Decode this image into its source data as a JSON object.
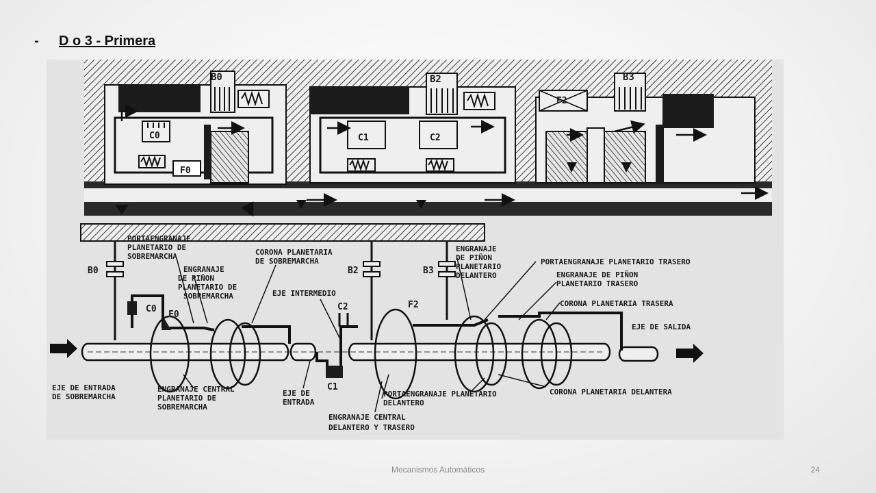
{
  "slide": {
    "bullet": "-",
    "title": "D o 3 - Primera",
    "footer_text": "Mecanismos Automáticos",
    "page_number": "24"
  },
  "diagram": {
    "hydraulic": {
      "b0": "B0",
      "b2": "B2",
      "b3": "B3",
      "c0": "C0",
      "f0": "F0",
      "c1": "C1",
      "c2": "C2",
      "f2": "F2"
    },
    "schematic": {
      "b0": "B0",
      "c0": "C0",
      "f0": "F0",
      "c2": "C2",
      "c1": "C1",
      "b2": "B2",
      "b3": "B3",
      "f2": "F2",
      "portaengranaje_sobremarcha": [
        "PORTAENGRANAJE",
        "PLANETARIO DE",
        "SOBREMARCHA"
      ],
      "corona_sobremarcha": [
        "CORONA PLANETARIA",
        "DE SOBREMARCHA"
      ],
      "pinon_sobremarcha": [
        "ENGRANAJE",
        "DE PIÑON",
        "PLANETARIO DE",
        "SOBREMARCHA"
      ],
      "eje_intermedio": "EJE INTERMEDIO",
      "pinon_delantero": [
        "ENGRANAJE",
        "DE PIÑON",
        "PLANETARIO",
        "DELANTERO"
      ],
      "portaengranaje_trasero": "PORTAENGRANAJE PLANETARIO TRASERO",
      "pinon_trasero": [
        "ENGRANAJE DE PIÑON",
        "PLANETARIO TRASERO"
      ],
      "corona_trasera": "CORONA PLANETARIA TRASERA",
      "eje_salida": "EJE DE SALIDA",
      "eje_entrada_sobremarcha": [
        "EJE DE ENTRADA",
        "DE SOBREMARCHA"
      ],
      "central_sobremarcha": [
        "ENGRANAJE CENTRAL",
        "PLANETARIO DE",
        "SOBREMARCHA"
      ],
      "eje_entrada": [
        "EJE DE",
        "ENTRADA"
      ],
      "portaengranaje_delantero": [
        "PORTAENGRANAJE PLANETARIO",
        "DELANTERO"
      ],
      "corona_delantera": "CORONA PLANETARIA DELANTERA",
      "central_delantero_trasero": [
        "ENGRANAJE CENTRAL",
        "DELANTERO Y TRASERO"
      ]
    }
  }
}
